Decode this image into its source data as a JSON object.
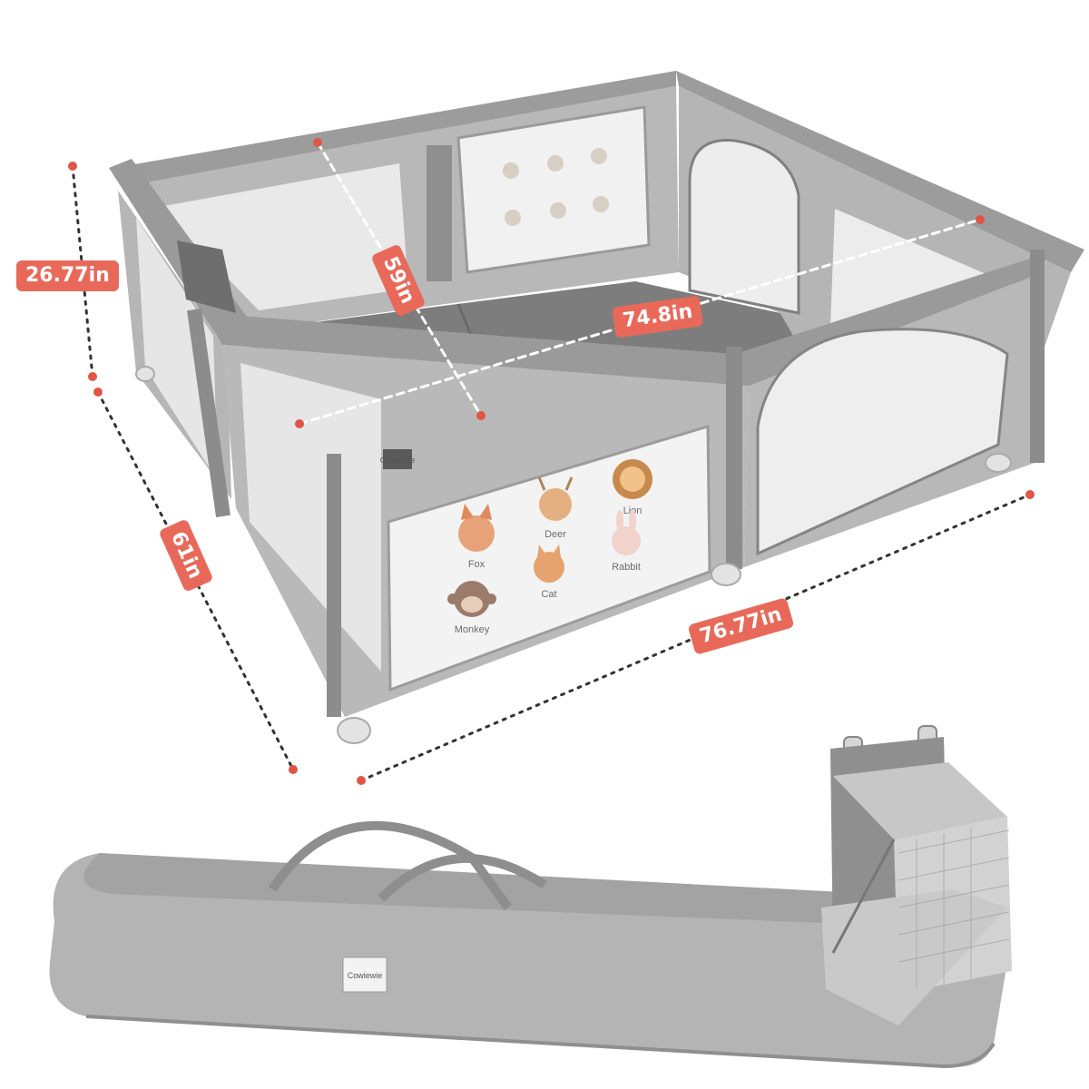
{
  "dimensions": {
    "height": "26.77in",
    "inner_depth": "59in",
    "inner_width": "74.8in",
    "outer_depth": "61in",
    "outer_width": "76.77in"
  },
  "panel_animals": [
    "Fox",
    "Deer",
    "Lion",
    "Monkey",
    "Cat",
    "Rabbit"
  ],
  "brand": "Cowiewie",
  "colors": {
    "accent": "#e8695a",
    "frame": "#9a9a9a",
    "fabric": "#b5b5b5",
    "mesh": "#e9e9e9"
  }
}
